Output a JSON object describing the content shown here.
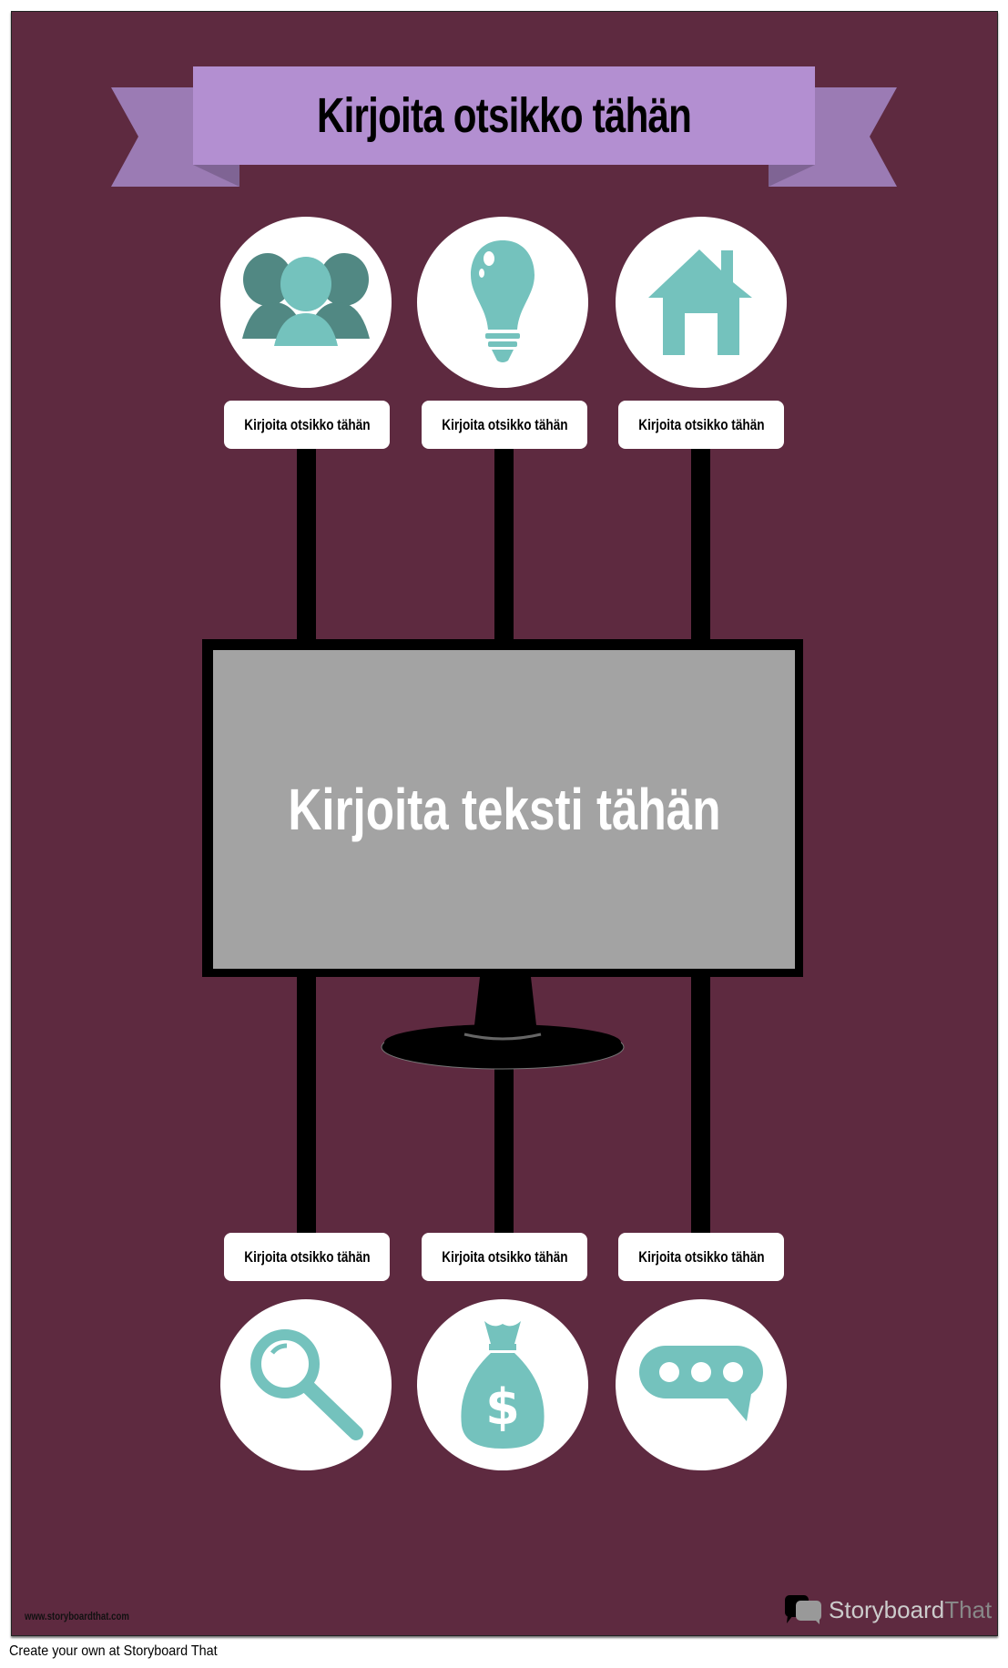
{
  "title": "Kirjoita otsikko tähän",
  "center_text": "Kirjoita teksti tähän",
  "top_items": [
    {
      "label": "Kirjoita otsikko tähän",
      "icon": "people-icon"
    },
    {
      "label": "Kirjoita otsikko tähän",
      "icon": "lightbulb-icon"
    },
    {
      "label": "Kirjoita otsikko tähän",
      "icon": "house-icon"
    }
  ],
  "bottom_items": [
    {
      "label": "Kirjoita otsikko tähän",
      "icon": "magnifier-icon"
    },
    {
      "label": "Kirjoita otsikko tähän",
      "icon": "money-bag-icon"
    },
    {
      "label": "Kirjoita otsikko tähän",
      "icon": "chat-bubble-icon"
    }
  ],
  "footer": {
    "url": "www.storyboardthat.com",
    "logo_part1": "Storyboard",
    "logo_part2": "That",
    "caption": "Create your own at Storyboard That"
  },
  "colors": {
    "background": "#5e2a40",
    "banner": "#b38fd1",
    "teal": "#74c2bd",
    "dark_teal": "#518883",
    "screen": "#a3a3a3"
  }
}
